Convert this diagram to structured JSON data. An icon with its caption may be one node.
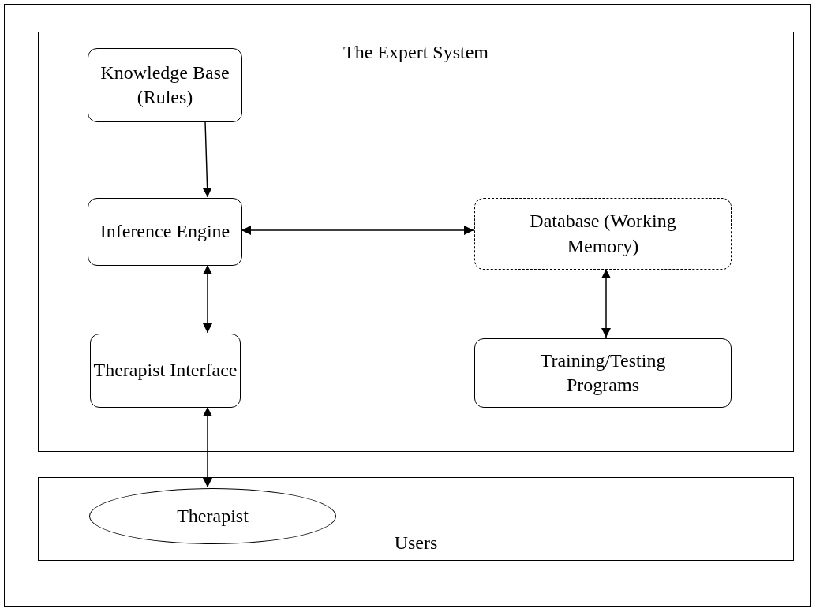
{
  "diagram": {
    "nodes": [
      {
        "text": [
          "The Expert System"
        ]
      },
      {
        "text": [
          "Knowledge Base (Rules)"
        ],
        "in": 0
      },
      {
        "text": [
          "Inference Engine"
        ],
        "in": 0
      },
      {
        "text": [
          "Database (Working Memory)"
        ],
        "in": 0
      },
      {
        "text": [
          "Therapist Interface"
        ],
        "in": 0
      },
      {
        "text": [
          "Training/Testing Programs"
        ],
        "in": 0
      },
      {
        "text": [
          "Users"
        ]
      },
      {
        "text": [
          "Therapist"
        ],
        "in": 6
      }
    ],
    "edges": [
      {
        "from": 1,
        "to": 2,
        "arrow": "to"
      },
      {
        "from": 2,
        "to": 3,
        "arrow": "both"
      },
      {
        "from": 3,
        "to": 5,
        "arrow": "both"
      },
      {
        "from": 2,
        "to": 4,
        "arrow": "both"
      },
      {
        "from": 4,
        "to": 7,
        "arrow": "both"
      }
    ]
  }
}
